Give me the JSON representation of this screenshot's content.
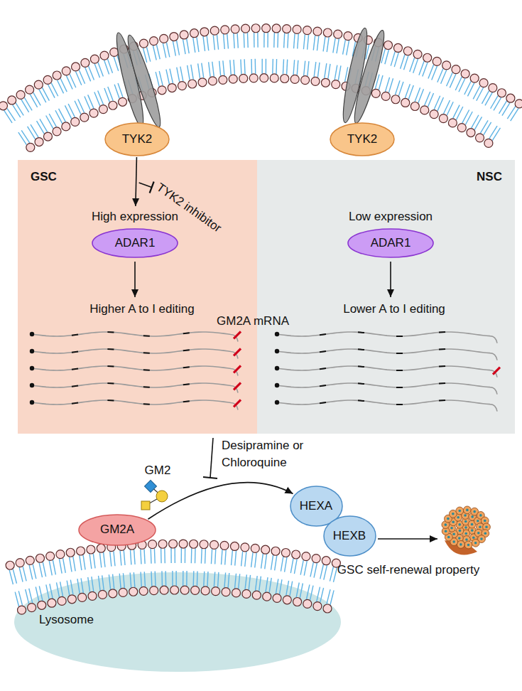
{
  "diagram": {
    "nodes": [
      {
        "text": [
          "TYK2"
        ]
      },
      {
        "text": [
          "TYK2"
        ]
      },
      {
        "text": [
          "GSC"
        ]
      },
      {
        "text": [
          "High expression",
          "ADAR1"
        ],
        "in": 2
      },
      {
        "text": [
          "NSC"
        ]
      },
      {
        "text": [
          "Low expression",
          "ADAR1"
        ],
        "in": 4
      },
      {
        "text": [
          "GM2A"
        ]
      },
      {
        "text": [
          "HEXA"
        ]
      },
      {
        "text": [
          "HEXB"
        ]
      },
      {
        "text": [
          "Lysosome"
        ]
      }
    ],
    "edges": [
      {
        "from": 0,
        "to": 3,
        "arrow": "to"
      },
      {
        "from": 6,
        "to": 7,
        "arrow": "to"
      }
    ],
    "labels": [
      "TYK2 inhibitor",
      "Higher A to I editing",
      "GM2A mRNA",
      "Lower A to I editing",
      "GM2",
      "Desipramine or Chloroquine",
      "GSC self-renewal property"
    ]
  }
}
